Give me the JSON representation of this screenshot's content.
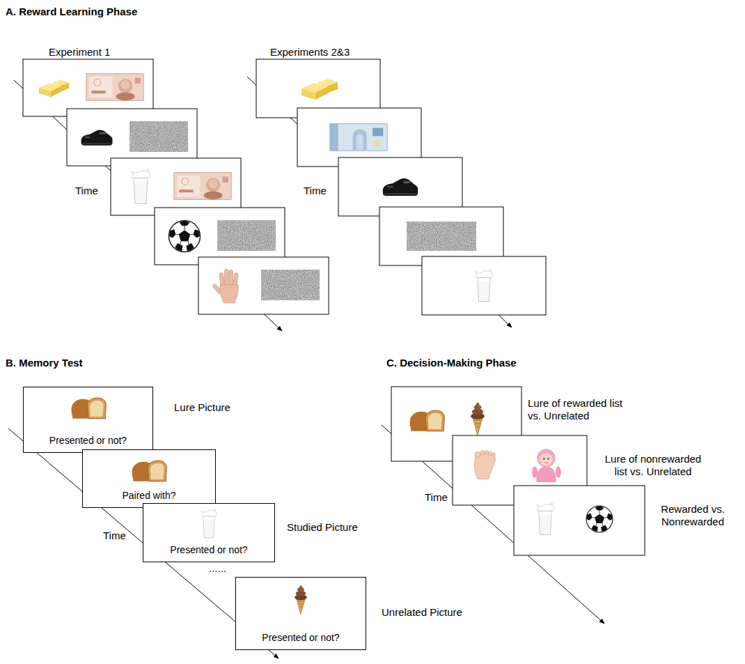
{
  "diagram": {
    "nodes": [
      {
        "text": [
          "Presented or not?"
        ]
      },
      {
        "text": [
          "Paired with?"
        ]
      },
      {
        "text": [
          "Presented or not?"
        ]
      },
      {
        "text": [
          "Presented or not?"
        ]
      }
    ],
    "labels": [
      "A. Reward Learning Phase",
      "Experiment 1",
      "Experiments 2&3",
      "Time",
      "Time",
      "B. Memory Test",
      "Lure Picture",
      "Time",
      "Studied Picture",
      "......",
      "Unrelated Picture",
      "C. Decision-Making Phase",
      "Lure of rewarded list vs. Unrelated",
      "Lure of nonrewarded list vs. Unrelated",
      "Rewarded vs. Nonrewarded",
      "Time"
    ]
  }
}
